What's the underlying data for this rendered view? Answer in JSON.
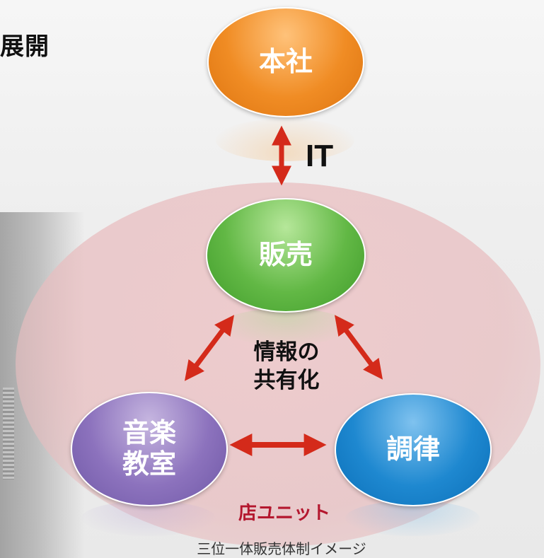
{
  "heading": "展開",
  "nodes": {
    "hq": "本社",
    "sales": "販売",
    "music_line1": "音楽",
    "music_line2": "教室",
    "tuning": "調律"
  },
  "labels": {
    "it": "IT",
    "share_line1": "情報の",
    "share_line2": "共有化",
    "store_unit": "店ユニット"
  },
  "caption": "三位一体販売体制イメージ",
  "colors": {
    "hq": "#f08c24",
    "sales": "#62b845",
    "music": "#8c72bd",
    "tuning": "#1e88d0",
    "arrow": "#d42a1a",
    "unit_text": "#b4172e"
  }
}
